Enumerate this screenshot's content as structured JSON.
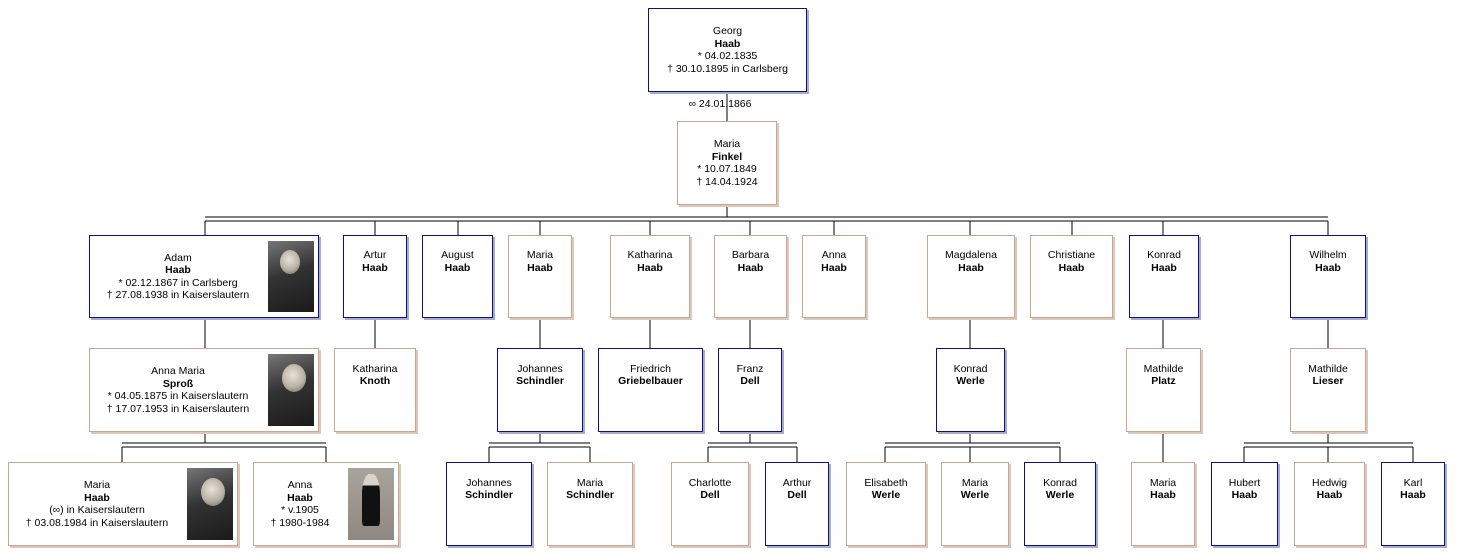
{
  "root": {
    "georg": {
      "first": "Georg",
      "last": "Haab",
      "events": [
        "* 04.02.1835",
        "† 30.10.1895 in Carlsberg"
      ]
    },
    "marriage": "∞  24.01.1866",
    "maria": {
      "first": "Maria",
      "last": "Finkel",
      "events": [
        "* 10.07.1849",
        "† 14.04.1924"
      ]
    }
  },
  "children": [
    {
      "first": "Adam",
      "last": "Haab",
      "events": [
        "* 02.12.1867 in Carlsberg",
        "† 27.08.1938 in Kaiserslautern"
      ]
    },
    {
      "first": "Artur",
      "last": "Haab",
      "events": []
    },
    {
      "first": "August",
      "last": "Haab",
      "events": []
    },
    {
      "first": "Maria",
      "last": "Haab",
      "events": []
    },
    {
      "first": "Katharina",
      "last": "Haab",
      "events": []
    },
    {
      "first": "Barbara",
      "last": "Haab",
      "events": []
    },
    {
      "first": "Anna",
      "last": "Haab",
      "events": []
    },
    {
      "first": "Magdalena",
      "last": "Haab",
      "events": []
    },
    {
      "first": "Christiane",
      "last": "Haab",
      "events": []
    },
    {
      "first": "Konrad",
      "last": "Haab",
      "events": []
    },
    {
      "first": "Wilhelm",
      "last": "Haab",
      "events": []
    }
  ],
  "spouses": [
    {
      "first": "Anna Maria",
      "last": "Sproß",
      "events": [
        "* 04.05.1875 in Kaiserslautern",
        "† 17.07.1953 in Kaiserslautern"
      ]
    },
    {
      "first": "Katharina",
      "last": "Knoth",
      "events": []
    },
    {
      "first": "Johannes",
      "last": "Schindler",
      "events": []
    },
    {
      "first": "Friedrich",
      "last": "Griebelbauer",
      "events": []
    },
    {
      "first": "Franz",
      "last": "Dell",
      "events": []
    },
    {
      "first": "Konrad",
      "last": "Werle",
      "events": []
    },
    {
      "first": "Mathilde",
      "last": "Platz",
      "events": []
    },
    {
      "first": "Mathilde",
      "last": "Lieser",
      "events": []
    }
  ],
  "grandchildren": [
    {
      "first": "Maria",
      "last": "Haab",
      "events": [
        "(∞) in Kaiserslautern",
        "† 03.08.1984 in Kaiserslautern"
      ]
    },
    {
      "first": "Anna",
      "last": "Haab",
      "events": [
        "* v.1905",
        "† 1980-1984"
      ]
    },
    {
      "first": "Johannes",
      "last": "Schindler",
      "events": []
    },
    {
      "first": "Maria",
      "last": "Schindler",
      "events": []
    },
    {
      "first": "Charlotte",
      "last": "Dell",
      "events": []
    },
    {
      "first": "Arthur",
      "last": "Dell",
      "events": []
    },
    {
      "first": "Elisabeth",
      "last": "Werle",
      "events": []
    },
    {
      "first": "Maria",
      "last": "Werle",
      "events": []
    },
    {
      "first": "Konrad",
      "last": "Werle",
      "events": []
    },
    {
      "first": "Maria",
      "last": "Haab",
      "events": []
    },
    {
      "first": "Hubert",
      "last": "Haab",
      "events": []
    },
    {
      "first": "Hedwig",
      "last": "Haab",
      "events": []
    },
    {
      "first": "Karl",
      "last": "Haab",
      "events": []
    }
  ]
}
